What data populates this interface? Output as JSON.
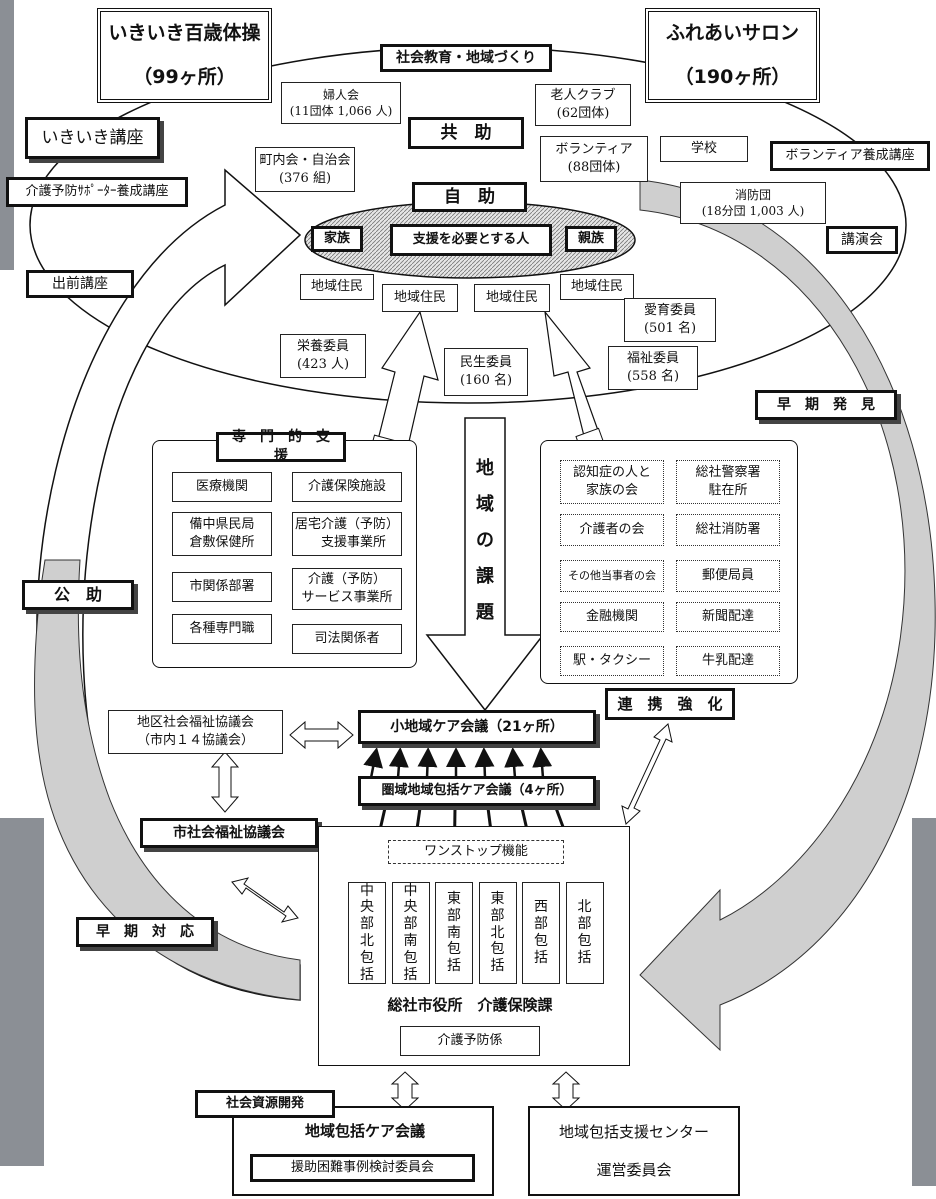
{
  "top": {
    "ikiiki_title": "いきいき百歳体操",
    "ikiiki_count": "（99ヶ所）",
    "salon_title": "ふれあいサロン",
    "salon_count": "（190ヶ所）",
    "social_education": "社会教育・地域づくり"
  },
  "left_boxes": {
    "ikiiki_course": "いきいき講座",
    "kaigo_supporter": "介護予防ｻﾎﾟｰﾀｰ養成講座",
    "delivery_course": "出前講座"
  },
  "right_boxes": {
    "volunteer_course": "ボランティア養成講座",
    "lecture": "講演会"
  },
  "kyojo": {
    "label": "共　助",
    "fujinkai": "婦人会\n(11団体 1,066 人)",
    "rojin_club": "老人クラブ\n(62団体)",
    "chonaikai": "町内会・自治会\n(376 組)",
    "volunteer": "ボランティア\n(88団体)",
    "school": "学校",
    "fire_corps": "消防団\n(18分団 1,003 人)"
  },
  "jijo": {
    "label": "自　助",
    "family": "家族",
    "person": "支援を必要とする人",
    "relatives": "親族"
  },
  "residents": {
    "r1": "地域住民",
    "r2": "地域住民",
    "r3": "地域住民",
    "r4": "地域住民"
  },
  "committees": {
    "nutrition": "栄養委員\n(423 人)",
    "minsei": "民生委員\n(160 名)",
    "aiiku": "愛育委員\n(501 名)",
    "fukushi": "福祉委員\n(558 名)"
  },
  "labels": {
    "soki_hakken": "早　期　発　見",
    "koujo": "公　助",
    "soki_taiou": "早　期　対　応",
    "renkei": "連　携　強　化",
    "chiiki_kadai": "地域の課題"
  },
  "specialist": {
    "title": "専　門　的　支　援",
    "items": [
      "医療機関",
      "介護保険施設",
      "備中県民局\n倉敷保健所",
      "居宅介護（予防）\n　支援事業所",
      "市関係部署",
      "介護（予防）\nサービス事業所",
      "各種専門職",
      "司法関係者"
    ]
  },
  "partners": {
    "items": [
      "認知症の人と\n家族の会",
      "総社警察署\n駐在所",
      "介護者の会",
      "総社消防署",
      "その他当事者の会",
      "郵便局員",
      "金融機関",
      "新聞配達",
      "駅・タクシー",
      "牛乳配達"
    ]
  },
  "meetings": {
    "district_council": "地区社会福祉協議会\n（市内１４協議会）",
    "small_area": "小地域ケア会議（21ヶ所）",
    "area_comprehensive": "圏域地域包括ケア会議（4ヶ所）",
    "city_council": "市社会福祉協議会",
    "one_stop": "ワンストップ機能",
    "centers": [
      "中央部北包括",
      "中央部南包括",
      "東部南包括",
      "東部北包括",
      "西部包括",
      "北部包括"
    ],
    "city_office": "総社市役所　介護保険課",
    "prevention": "介護予防係"
  },
  "bottom": {
    "resource_dev": "社会資源開発",
    "care_meeting": "地域包括ケア会議",
    "difficult_cases": "援助困難事例検討委員会",
    "support_center_line1": "地域包括支援センター",
    "support_center_line2": "運営委員会"
  },
  "colors": {
    "arrow_fill": "#c8c8c8",
    "photo": "#8b8f95"
  }
}
